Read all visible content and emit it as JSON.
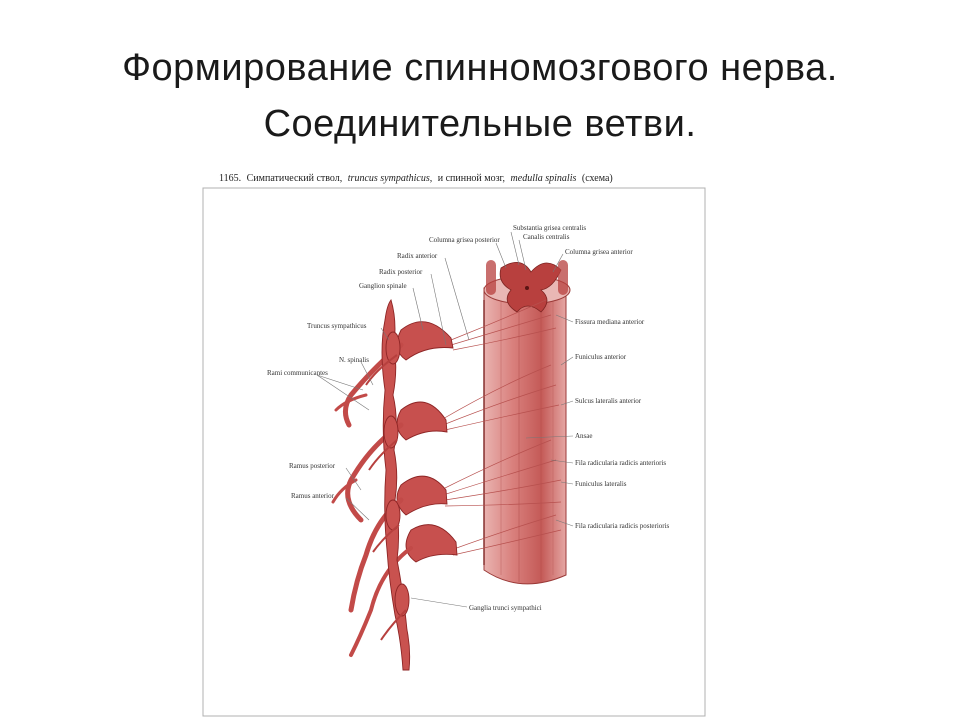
{
  "slide": {
    "title_line1": "Формирование спинномозгового нерва.",
    "title_line2": "Соединительные ветви."
  },
  "figure": {
    "caption": {
      "number": "1165.",
      "text1": "Симпатический ствол,",
      "latin1": "truncus sympathicus,",
      "text2": "и спинной мозг,",
      "latin2": "medulla spinalis",
      "text3": "(схема)"
    },
    "labels": {
      "substantia_grisea_centralis": "Substantia grisea centralis",
      "canalis_centralis": "Canalis centralis",
      "columna_grisea_posterior": "Columna grisea posterior",
      "columna_grisea_anterior": "Columna grisea anterior",
      "radix_anterior": "Radix anterior",
      "radix_posterior": "Radix posterior",
      "ganglion_spinale": "Ganglion spinale",
      "truncus_sympathicus": "Truncus sympathicus",
      "n_spinalis": "N. spinalis",
      "rami_communicantes": "Rami communicantes",
      "ramus_posterior": "Ramus posterior",
      "ramus_anterior": "Ramus anterior",
      "fissura_mediana_anterior": "Fissura mediana anterior",
      "funiculus_anterior": "Funiculus anterior",
      "sulcus_lateralis_anterior": "Sulcus lateralis anterior",
      "ansae": "Ansae",
      "fila_radicularia_anterioris": "Fila radicularia radicis anterioris",
      "funiculus_lateralis": "Funiculus lateralis",
      "fila_radicularia_posterioris": "Fila radicularia radicis posterioris",
      "ganglia_trunci_sympathici": "Ganglia trunci sympathici"
    },
    "colors": {
      "tissue": "#c8504f",
      "tissue_light": "#e8a9a6",
      "tissue_dark": "#8e2525",
      "border": "#aaaaaa"
    }
  }
}
